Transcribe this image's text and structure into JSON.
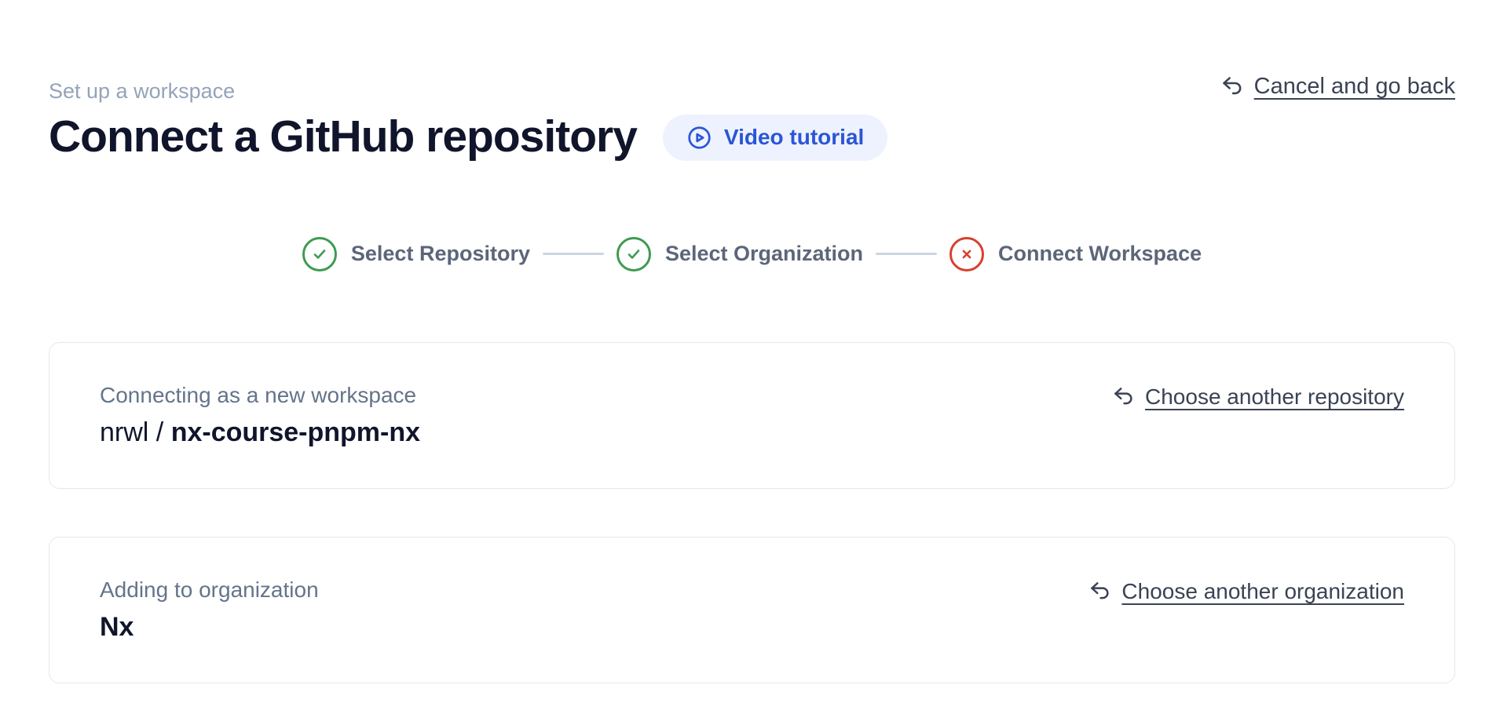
{
  "page": {
    "eyebrow": "Set up a workspace",
    "title": "Connect a GitHub repository",
    "video_tutorial_label": "Video tutorial",
    "cancel_link": "Cancel and go back"
  },
  "stepper": {
    "steps": [
      {
        "label": "Select Repository",
        "status": "complete"
      },
      {
        "label": "Select Organization",
        "status": "complete"
      },
      {
        "label": "Connect Workspace",
        "status": "error"
      }
    ]
  },
  "repository_card": {
    "label": "Connecting as a new workspace",
    "owner": "nrwl / ",
    "name": "nx-course-pnpm-nx",
    "change_link": "Choose another repository"
  },
  "organization_card": {
    "label": "Adding to organization",
    "name": "Nx",
    "change_link": "Choose another organization"
  },
  "colors": {
    "success_green": "#3d9b51",
    "error_red": "#d9402c",
    "accent_blue": "#2c55d6",
    "badge_background": "#edf2fe",
    "card_border": "#e2e8f0",
    "muted_text": "#64748b"
  }
}
